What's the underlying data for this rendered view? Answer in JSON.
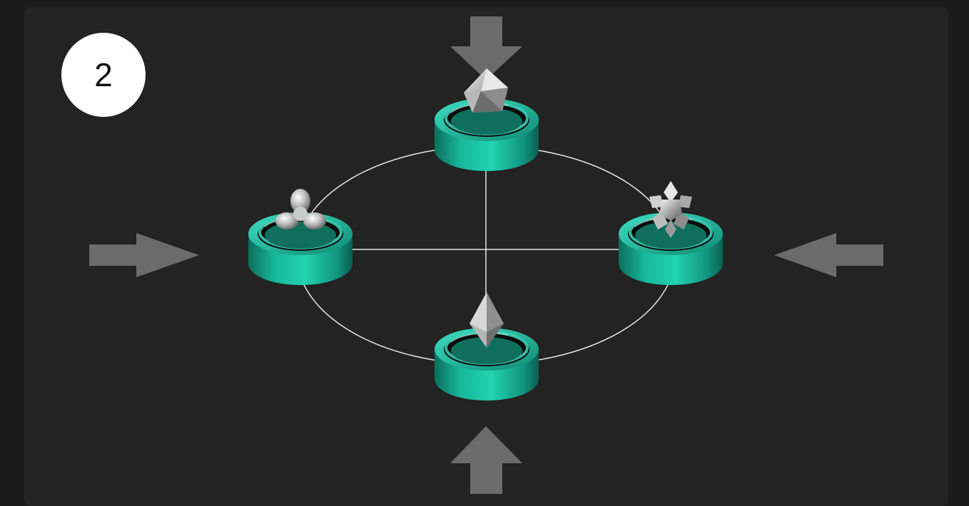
{
  "step": {
    "number": "2"
  },
  "colors": {
    "page_background": "#1a1a1a",
    "panel_background": "#232323",
    "badge_background": "#ffffff",
    "arrow": "#6b6b6b",
    "connector_line": "#e6e6e6",
    "node_teal": "#129a82",
    "node_top_dark": "#0e6b58",
    "token_silver": "#cfcfcf"
  },
  "nodes": [
    {
      "id": "top",
      "token_icon": "polyhedron-crystal-icon"
    },
    {
      "id": "left",
      "token_icon": "tri-lobe-blob-icon"
    },
    {
      "id": "right",
      "token_icon": "star-crystal-cluster-icon"
    },
    {
      "id": "bottom",
      "token_icon": "ethereum-diamond-icon"
    }
  ],
  "arrows": [
    {
      "id": "top",
      "direction": "down"
    },
    {
      "id": "left",
      "direction": "right"
    },
    {
      "id": "right",
      "direction": "left"
    },
    {
      "id": "bottom",
      "direction": "up"
    }
  ]
}
